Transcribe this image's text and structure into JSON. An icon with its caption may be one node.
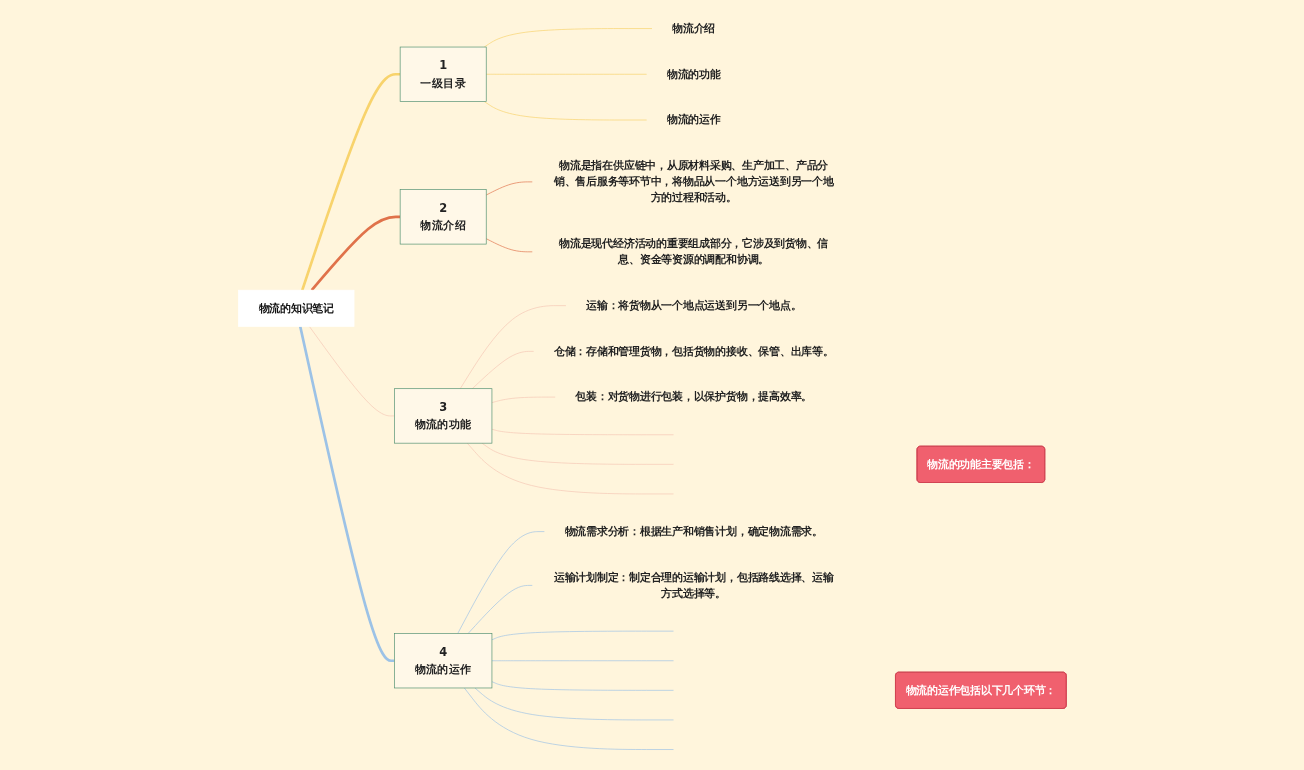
{
  "diagram": {
    "nodes": [
      {
        "text": [
          "物流的知识笔记"
        ]
      },
      {
        "text": [
          "1",
          "一级目录"
        ]
      },
      {
        "text": [
          "物流介绍"
        ]
      },
      {
        "text": [
          "物流的功能"
        ]
      },
      {
        "text": [
          "物流的运作"
        ]
      },
      {
        "text": [
          "2",
          "物流介绍"
        ]
      },
      {
        "text": [
          "物流是指在供应链中，从原材料采购、生产加工、产品分销、售后服务等环节中，将物品从一个地方运送到另一个地方的过程和活动。"
        ]
      },
      {
        "text": [
          "物流是现代经济活动的重要组成部分，它涉及到货物、信息、资金等资源的调配和协调。"
        ]
      },
      {
        "text": [
          "3",
          "物流的功能"
        ]
      },
      {
        "text": [
          "运输：将货物从一个地点运送到另一个地点。"
        ]
      },
      {
        "text": [
          "仓储：存储和管理货物，包括货物的接收、保管、出库等。"
        ]
      },
      {
        "text": [
          "包装：对货物进行包装，以保护货物，提高效率。"
        ]
      },
      {
        "text": [
          "物流的功能主要包括："
        ]
      },
      {
        "text": [
          "4",
          "物流的运作"
        ]
      },
      {
        "text": [
          "物流需求分析：根据生产和销售计划，确定物流需求。"
        ]
      },
      {
        "text": [
          "运输计划制定：制定合理的运输计划，包括路线选择、运输方式选择等。"
        ]
      },
      {
        "text": [
          "物流的运作包括以下几个环节："
        ]
      }
    ],
    "edges": [
      {
        "from": 0,
        "to": 1,
        "arrow": "none",
        "style": "thick",
        "color": "#f8d36c"
      },
      {
        "from": 0,
        "to": 5,
        "arrow": "none",
        "style": "thick",
        "color": "#e0724a"
      },
      {
        "from": 0,
        "to": 8,
        "arrow": "none",
        "color": "#f5c6b4"
      },
      {
        "from": 0,
        "to": 13,
        "arrow": "none",
        "style": "thick",
        "color": "#9cc2e6"
      },
      {
        "from": 1,
        "to": 2,
        "arrow": "none",
        "color": "#f8d36c"
      },
      {
        "from": 1,
        "to": 3,
        "arrow": "none",
        "color": "#f8d36c"
      },
      {
        "from": 1,
        "to": 4,
        "arrow": "none",
        "color": "#f8d36c"
      },
      {
        "from": 5,
        "to": 6,
        "arrow": "none",
        "color": "#e0724a"
      },
      {
        "from": 5,
        "to": 7,
        "arrow": "none",
        "color": "#e0724a"
      },
      {
        "from": 8,
        "to": 9,
        "arrow": "none",
        "color": "#f5c6b4"
      },
      {
        "from": 8,
        "to": 10,
        "arrow": "none",
        "color": "#f5c6b4"
      },
      {
        "from": 8,
        "to": 11,
        "arrow": "none",
        "color": "#f5c6b4"
      },
      {
        "from": 8,
        "to": null,
        "arrow": "none",
        "color": "#f5c6b4"
      },
      {
        "from": 8,
        "to": null,
        "arrow": "none",
        "color": "#f5c6b4"
      },
      {
        "from": 8,
        "to": null,
        "arrow": "none",
        "color": "#f5c6b4"
      },
      {
        "from": 13,
        "to": 14,
        "arrow": "none",
        "color": "#9cc2e6"
      },
      {
        "from": 13,
        "to": 15,
        "arrow": "none",
        "color": "#9cc2e6"
      },
      {
        "from": 13,
        "to": null,
        "arrow": "none",
        "color": "#9cc2e6"
      },
      {
        "from": 13,
        "to": null,
        "arrow": "none",
        "color": "#9cc2e6"
      },
      {
        "from": 13,
        "to": null,
        "arrow": "none",
        "color": "#9cc2e6"
      },
      {
        "from": 13,
        "to": null,
        "arrow": "none",
        "color": "#9cc2e6"
      },
      {
        "from": 13,
        "to": null,
        "arrow": "none",
        "color": "#9cc2e6"
      }
    ]
  }
}
